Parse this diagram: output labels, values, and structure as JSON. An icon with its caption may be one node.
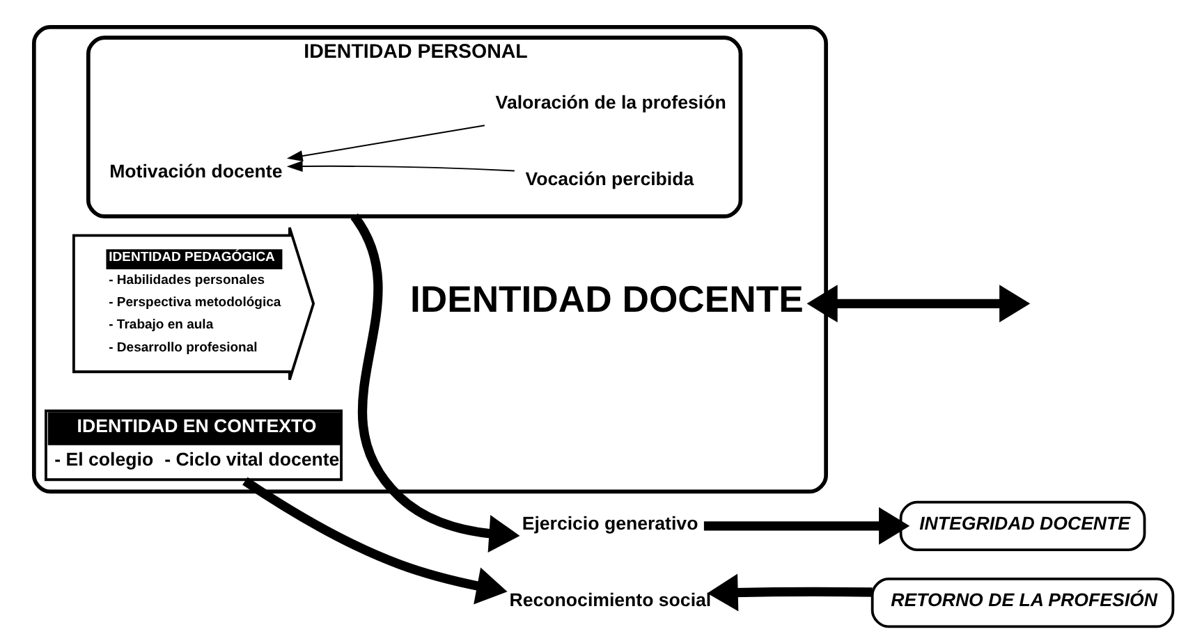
{
  "diagram": {
    "nodes": [
      {
        "text": [],
        "shape": "box"
      },
      {
        "text": [
          "IDENTIDAD EN CONTEXTO",
          "- El colegio",
          "- Ciclo vital docente"
        ],
        "in": 0
      },
      {
        "text": [
          "IDENTIDAD PEDAGÓGICA",
          "- Habilidades personales",
          "- Perspectiva metodológica",
          "- Trabajo en aula",
          "- Desarrollo profesional"
        ],
        "in": 0
      },
      {
        "text": [
          "IDENTIDAD DOCENTE"
        ],
        "in": 0
      },
      {
        "text": [
          "IDENTIDAD PERSONAL"
        ],
        "in": 0
      },
      {
        "text": [
          "Motivación docente"
        ],
        "in": 4
      },
      {
        "text": [
          "Vocación percibida"
        ],
        "in": 4
      },
      {
        "text": [
          "Valoración de la profesión"
        ],
        "in": 4
      },
      {
        "text": [
          "Reconocimiento social"
        ]
      },
      {
        "text": [
          "Ejercicio generativo"
        ]
      },
      {
        "text": [
          "RETORNO DE LA PROFESIÓN"
        ]
      },
      {
        "text": [
          "INTEGRIDAD DOCENTE"
        ]
      }
    ],
    "edges": [
      {
        "from": 1,
        "to": 8,
        "arrow": "to"
      },
      {
        "from": 3,
        "to": null,
        "arrow": "both"
      },
      {
        "from": 4,
        "to": 9,
        "arrow": "to"
      },
      {
        "from": 10,
        "to": 8,
        "arrow": "to"
      },
      {
        "from": 9,
        "to": 11,
        "arrow": "to"
      },
      {
        "from": 6,
        "to": 5,
        "arrow": "to"
      },
      {
        "from": 7,
        "to": 5,
        "arrow": "to"
      }
    ]
  }
}
